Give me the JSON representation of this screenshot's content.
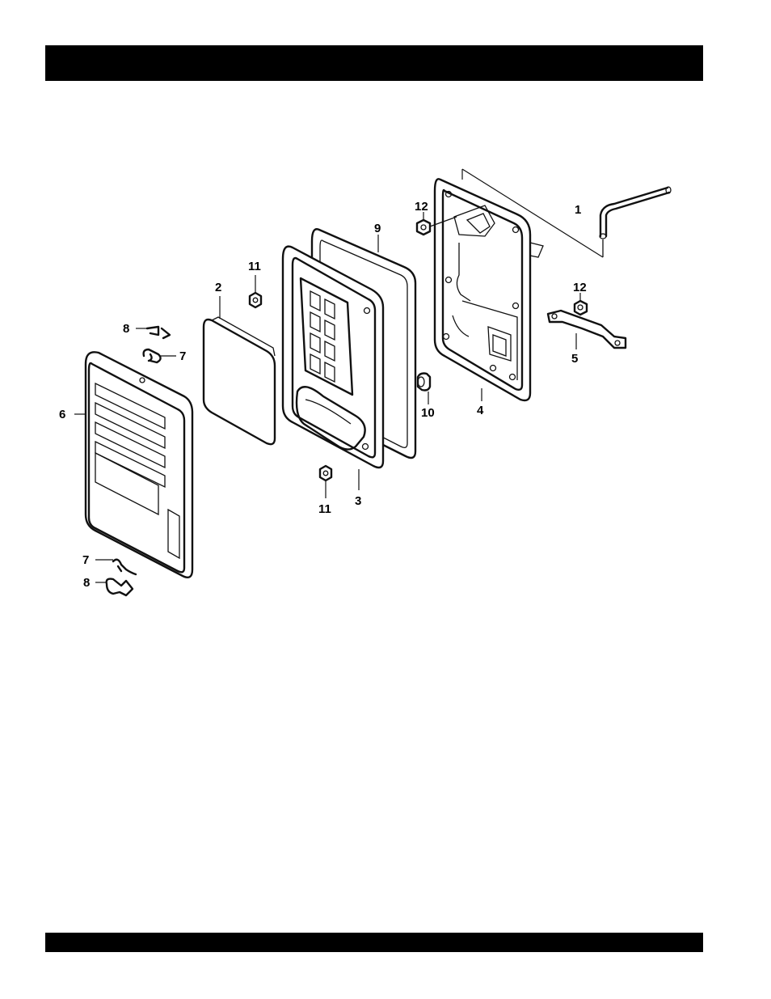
{
  "callouts": {
    "c1": "1",
    "c2": "2",
    "c3": "3",
    "c4": "4",
    "c5": "5",
    "c6": "6",
    "c7a": "7",
    "c7b": "7",
    "c8a": "8",
    "c8b": "8",
    "c9": "9",
    "c10": "10",
    "c11a": "11",
    "c11b": "11",
    "c12a": "12",
    "c12b": "12"
  }
}
